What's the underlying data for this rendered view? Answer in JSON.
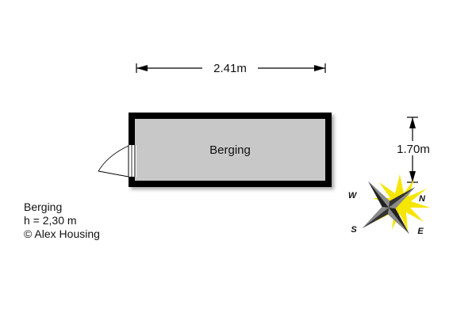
{
  "room": {
    "name": "Berging",
    "width_label": "2.41m",
    "depth_label": "1.70m"
  },
  "info": {
    "name": "Berging",
    "height": "h = 2,30 m",
    "copyright": "© Alex Housing"
  },
  "compass": {
    "north": "N",
    "east": "E",
    "south": "S",
    "west": "W"
  },
  "colors": {
    "wall": "#000000",
    "floor": "#c8c8c8",
    "sun": "#f5e600"
  }
}
